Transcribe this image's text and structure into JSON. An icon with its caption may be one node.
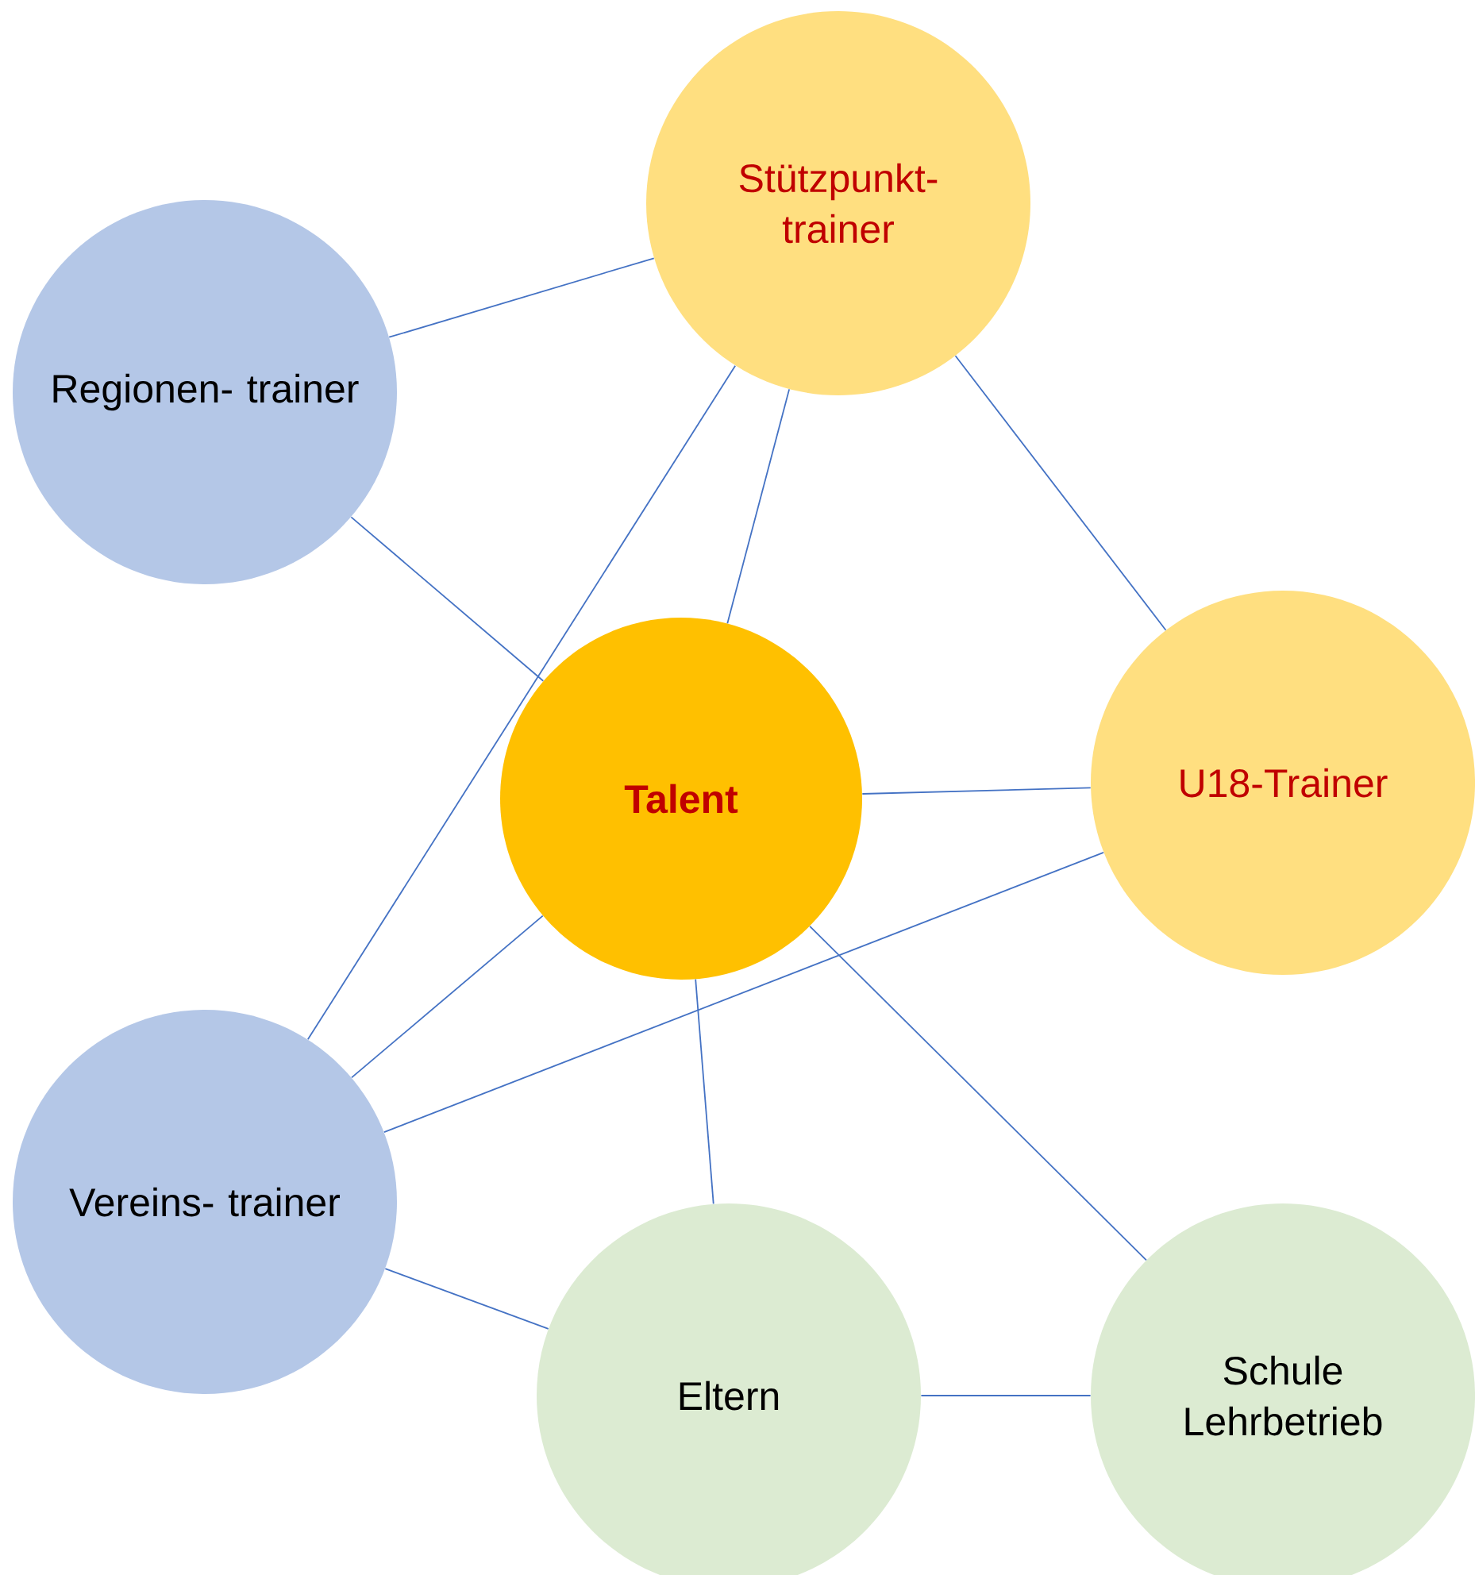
{
  "diagram": {
    "nodes": [
      {
        "text": [
          "Stützpunkt- trainer"
        ]
      },
      {
        "text": [
          "Regionen- trainer"
        ]
      },
      {
        "text": [
          "Talent"
        ]
      },
      {
        "text": [
          "U18-Trainer"
        ]
      },
      {
        "text": [
          "Vereins- trainer"
        ]
      },
      {
        "text": [
          "Eltern"
        ]
      },
      {
        "text": [
          "Schule Lehrbetrieb"
        ]
      }
    ],
    "edges": [
      {
        "from": 1,
        "to": 0,
        "arrow": "none"
      },
      {
        "from": 0,
        "to": 4,
        "arrow": "none"
      },
      {
        "from": 0,
        "to": 2,
        "arrow": "none"
      },
      {
        "from": 0,
        "to": 3,
        "arrow": "none"
      },
      {
        "from": 1,
        "to": 2,
        "arrow": "none"
      },
      {
        "from": 2,
        "to": 3,
        "arrow": "none"
      },
      {
        "from": 2,
        "to": 4,
        "arrow": "none"
      },
      {
        "from": 2,
        "to": 5,
        "arrow": "none"
      },
      {
        "from": 2,
        "to": 6,
        "arrow": "none"
      },
      {
        "from": 3,
        "to": 4,
        "arrow": "none"
      },
      {
        "from": 4,
        "to": 5,
        "arrow": "none"
      },
      {
        "from": 5,
        "to": 6,
        "arrow": "none"
      }
    ]
  }
}
